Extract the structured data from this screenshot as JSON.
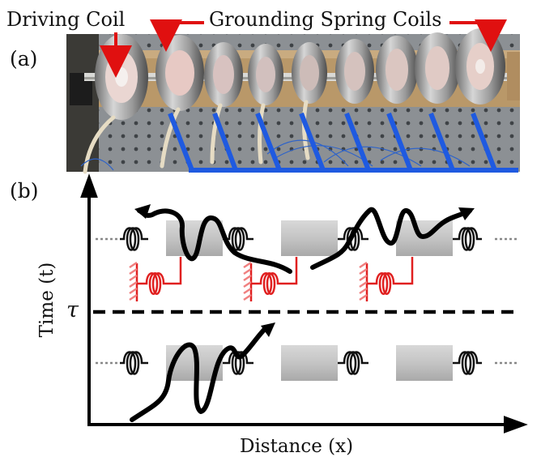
{
  "panel_a": {
    "label": "(a)",
    "driving_coil_label": "Driving Coil",
    "grounding_label": "Grounding Spring Coils"
  },
  "panel_b": {
    "label": "(b)",
    "tau_label": "τ",
    "x_axis_label": "Distance (x)",
    "y_axis_label": "Time (t)"
  },
  "colors": {
    "arrow_red": "#e01010",
    "ground_blue": "#1f5ae0",
    "spring_red": "#e02020",
    "mass_gray": "#c8c8c8",
    "axis_black": "#000000"
  }
}
